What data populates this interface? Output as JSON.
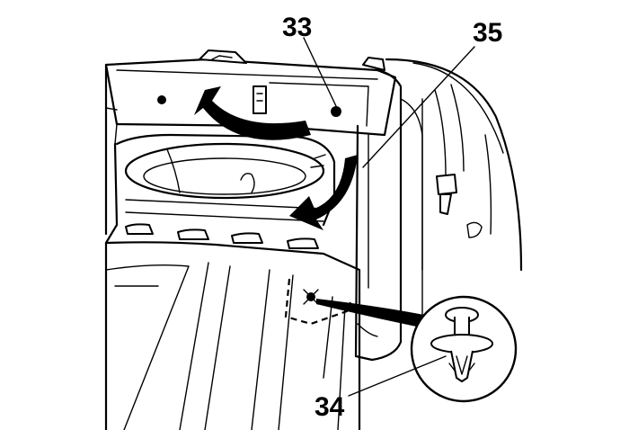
{
  "callouts": [
    {
      "id": "33",
      "text": "33"
    },
    {
      "id": "35",
      "text": "35"
    },
    {
      "id": "34",
      "text": "34"
    }
  ],
  "icons": {
    "rotate_arrow": "curved-arrow-icon",
    "insert_arrow": "curved-arrow-icon",
    "fastener": "push-pin-retainer-icon"
  }
}
